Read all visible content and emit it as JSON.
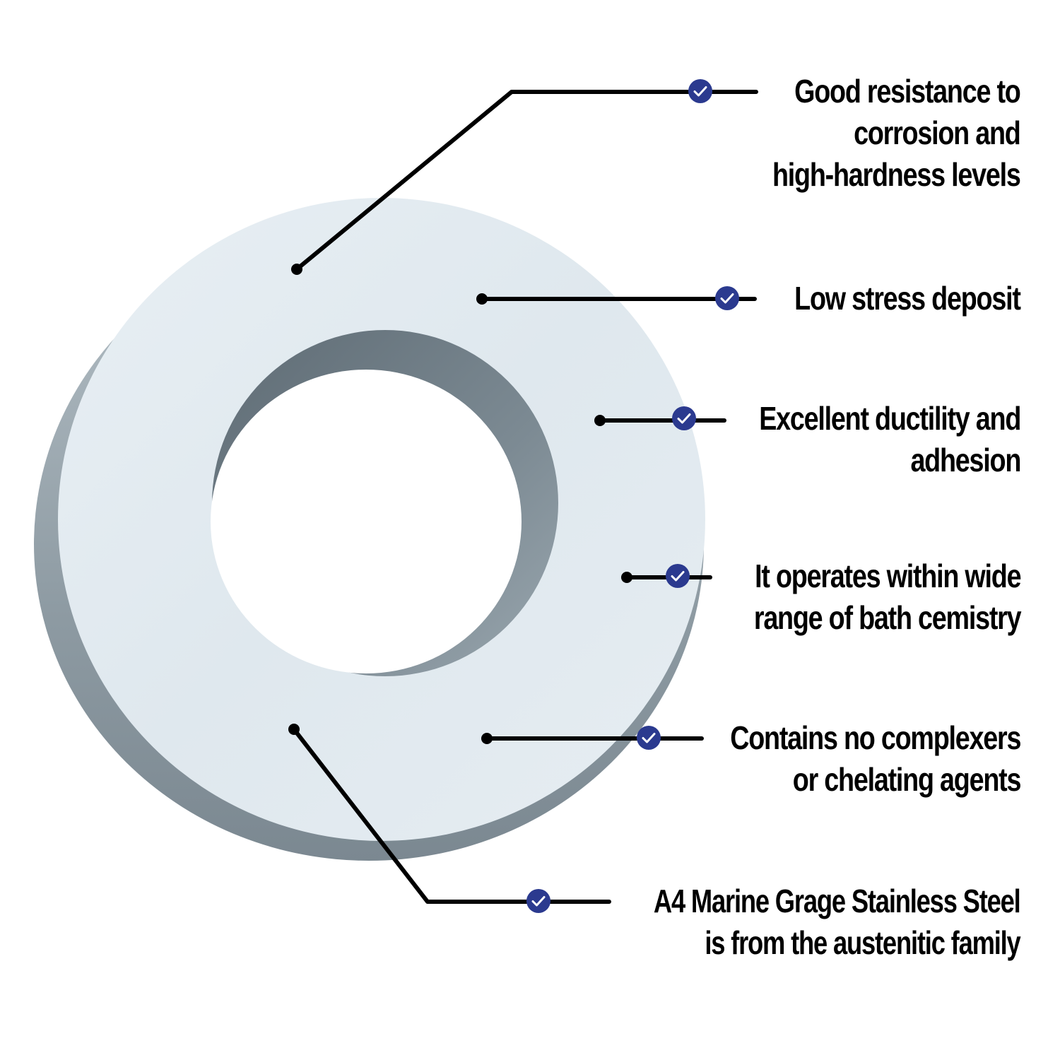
{
  "colors": {
    "check_badge": "#2b3a8f",
    "leader_line": "#000000",
    "washer_face": "#e4edf3",
    "washer_edge": "#8d9aa2"
  },
  "icons": {
    "feature_marker": "check-circle-icon"
  },
  "features": [
    {
      "lines": [
        "Good resistance to",
        "corrosion and",
        "high-hardness levels"
      ]
    },
    {
      "lines": [
        "Low stress deposit"
      ]
    },
    {
      "lines": [
        "Excellent ductility and",
        "adhesion"
      ]
    },
    {
      "lines": [
        "It operates within wide",
        "range of bath cemistry"
      ]
    },
    {
      "lines": [
        "Contains no complexers",
        "or chelating agents"
      ]
    },
    {
      "lines": [
        "A4 Marine Grage Stainless Steel",
        "is from the austenitic family"
      ]
    }
  ]
}
